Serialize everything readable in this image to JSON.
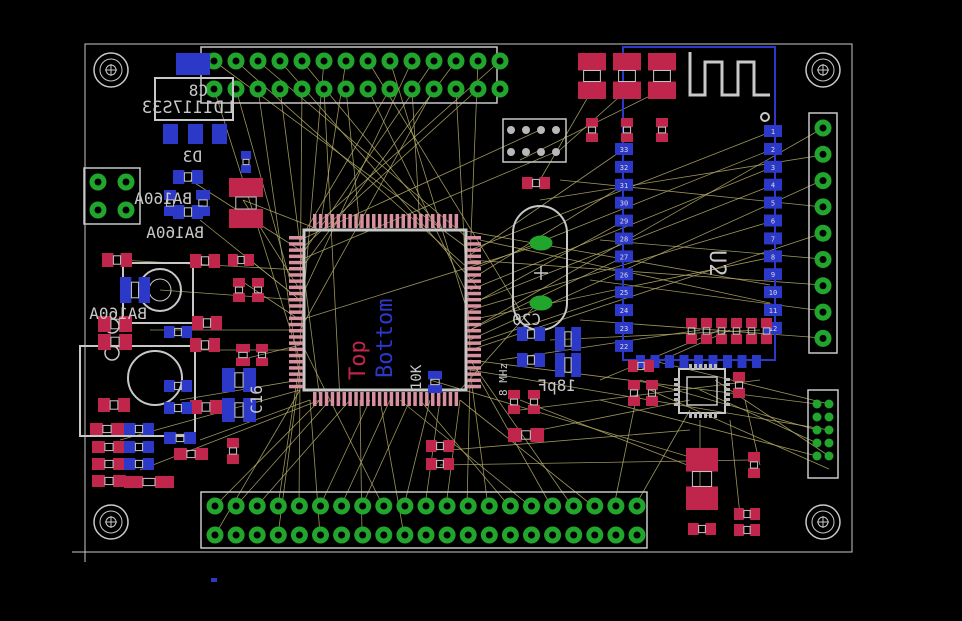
{
  "colors": {
    "background": "#000000",
    "outline": "#c8c8c8",
    "top_copper": "#c0264b",
    "bottom_copper": "#2c38c8",
    "pad_green": "#21a52c",
    "pad_gray": "#b8b8b8",
    "airwire": "#b8b06a",
    "silk": "#c8c8c8"
  },
  "labels": {
    "ld1117": "LD1117S33",
    "c8": "C8",
    "d3": "D3",
    "ba160a_1": "BA160A",
    "ba160a_2": "BA160A",
    "ba160a_3": "BA160A",
    "top": "Top",
    "bottom": "Bottom",
    "c16": "C16",
    "c20": "C20",
    "r18pf": "18pF",
    "r10k": "10K",
    "q8mhz": "8 MHz",
    "u2": "U2"
  },
  "module_pin_numbers_right": [
    "1",
    "2",
    "3",
    "4",
    "5",
    "6",
    "7",
    "8",
    "9",
    "10",
    "11",
    "12"
  ],
  "module_pin_numbers_left": [
    "33",
    "32",
    "31",
    "30",
    "29",
    "28",
    "27",
    "26",
    "25",
    "24",
    "23",
    "22"
  ],
  "mount_holes": [
    "hole-top-left",
    "hole-top-right",
    "hole-bottom-left",
    "hole-bottom-right"
  ]
}
